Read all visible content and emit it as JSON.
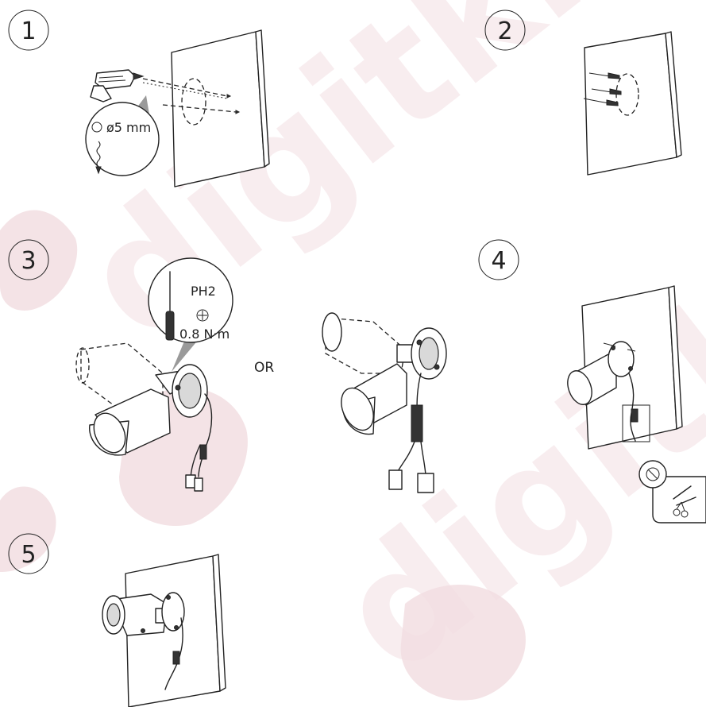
{
  "watermark": {
    "text": "digitkik",
    "color": "#f3dfe3"
  },
  "steps": [
    {
      "number": "1",
      "drill_size": "ø5 mm"
    },
    {
      "number": "2"
    },
    {
      "number": "3",
      "screwdriver_bit": "PH2",
      "torque": "0.8 N·m",
      "alternative": "OR"
    },
    {
      "number": "4"
    },
    {
      "number": "5"
    }
  ],
  "icons": {
    "drill": "drill-icon",
    "screwdriver": "screwdriver-icon",
    "phillips": "phillips-head-icon",
    "prohibited": "no-cutting-icon",
    "scissors": "scissors-icon"
  }
}
